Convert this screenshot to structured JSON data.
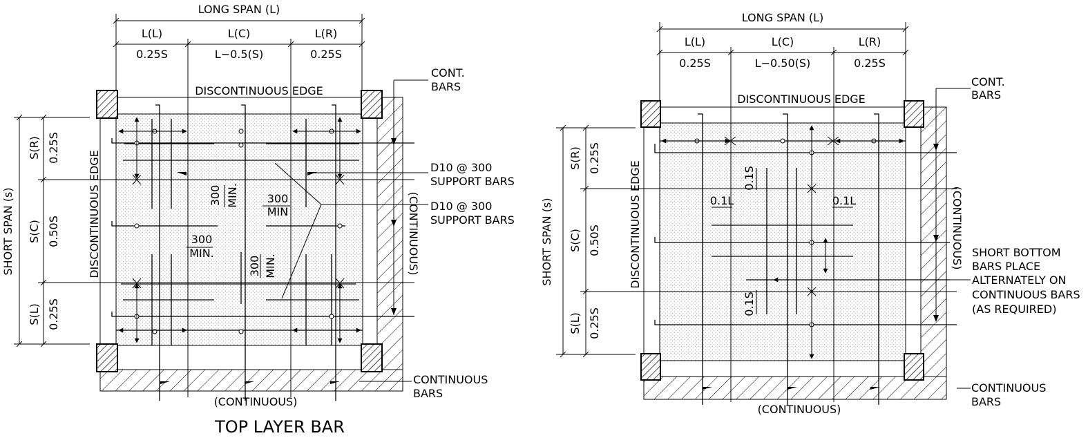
{
  "left": {
    "long_span": "LONG SPAN (L)",
    "l_left": "L(L)",
    "l_center": "L(C)",
    "l_right": "L(R)",
    "dim_left": "0.25S",
    "dim_center": "L−0.5(S)",
    "dim_right": "0.25S",
    "top_edge": "DISCONTINUOUS EDGE",
    "left_edge": "DISCONTINUOUS EDGE",
    "right_edge": "(CONTINUOUS)",
    "bottom_edge": "(CONTINUOUS)",
    "short_span": "SHORT SPAN (s)",
    "s_right": "S(R)",
    "s_center": "S(C)",
    "s_left": "S(L)",
    "sd_right": "0.25S",
    "sd_center": "0.50S",
    "sd_left": "0.25S",
    "cont_bars_1": "CONT.",
    "cont_bars_2": "BARS",
    "support1_a": "D10 @ 300",
    "support1_b": "SUPPORT BARS",
    "support2_a": "D10 @ 300",
    "support2_b": "SUPPORT BARS",
    "min_a_val": "300",
    "min_a_lbl": "MIN.",
    "min_b_val": "300",
    "min_b_lbl": "MIN",
    "min_c_val": "300",
    "min_c_lbl": "MIN.",
    "min_d_val": "300",
    "min_d_lbl": "MIN.",
    "bottom_cont_1": "CONTINUOUS",
    "bottom_cont_2": "BARS",
    "caption": "TOP LAYER BAR"
  },
  "right": {
    "long_span": "LONG SPAN (L)",
    "l_left": "L(L)",
    "l_center": "L(C)",
    "l_right": "L(R)",
    "dim_left": "0.25S",
    "dim_center": "L−0.50(S)",
    "dim_right": "0.25S",
    "top_edge": "DISCONTINUOUS EDGE",
    "left_edge": "DISCONTINUOUS EDGE",
    "right_edge": "(CONTINUOUS)",
    "bottom_edge": "(CONTINUOUS)",
    "short_span": "SHORT SPAN (s)",
    "s_right": "S(R)",
    "s_center": "S(C)",
    "s_left": "S(L)",
    "sd_right": "0.25S",
    "sd_center": "0.50S",
    "sd_left": "0.25S",
    "cont_bars_1": "CONT.",
    "cont_bars_2": "BARS",
    "dim_01s_top": "0.1S",
    "dim_01l_left": "0.1L",
    "dim_01l_right": "0.1L",
    "dim_01s_bottom": "0.1S",
    "note_1": "SHORT BOTTOM",
    "note_2": "BARS PLACE",
    "note_3": "ALTERNATELY ON",
    "note_4": "CONTINUOUS BARS",
    "note_5": "(AS REQUIRED)",
    "bottom_cont_1": "CONTINUOUS",
    "bottom_cont_2": "BARS"
  }
}
